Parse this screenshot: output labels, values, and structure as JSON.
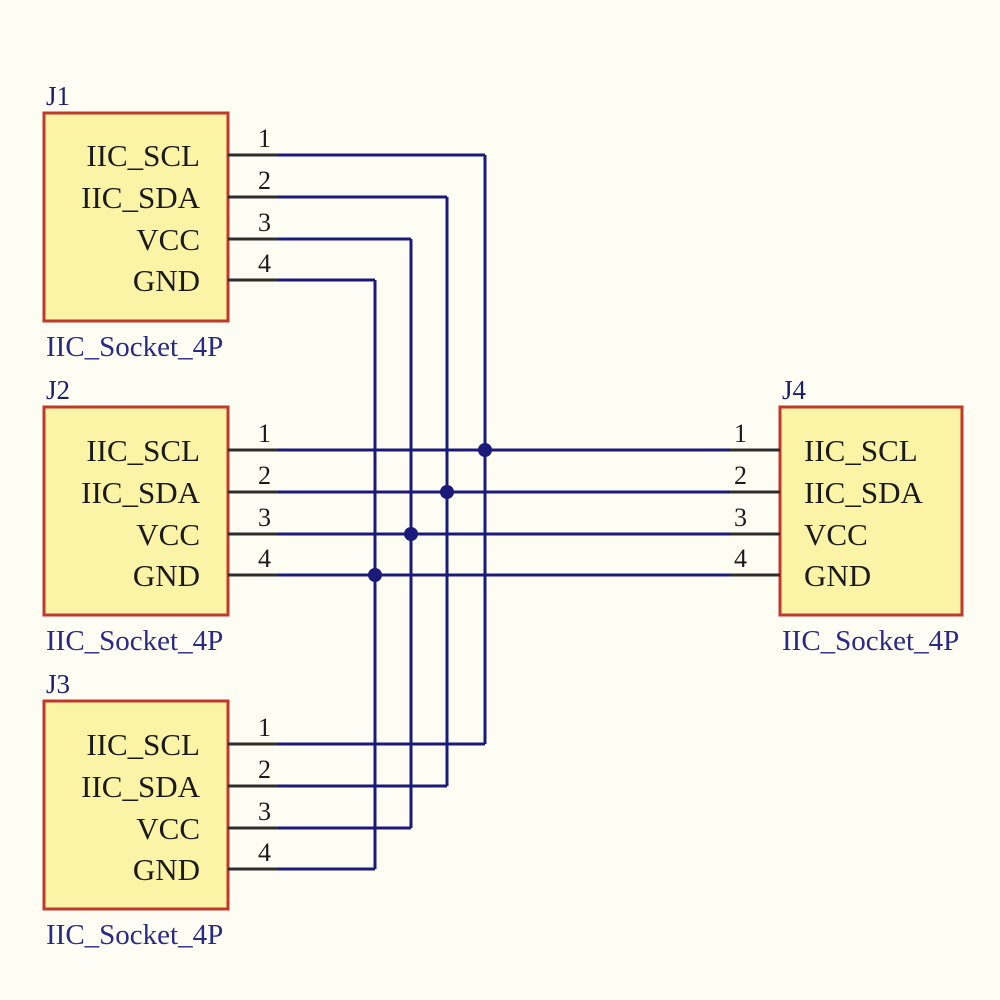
{
  "pins": [
    {
      "number": "1",
      "name": "IIC_SCL"
    },
    {
      "number": "2",
      "name": "IIC_SDA"
    },
    {
      "number": "3",
      "name": "VCC"
    },
    {
      "number": "4",
      "name": "GND"
    }
  ],
  "components": {
    "J1": {
      "designator": "J1",
      "comment": "IIC_Socket_4P"
    },
    "J2": {
      "designator": "J2",
      "comment": "IIC_Socket_4P"
    },
    "J3": {
      "designator": "J3",
      "comment": "IIC_Socket_4P"
    },
    "J4": {
      "designator": "J4",
      "comment": "IIC_Socket_4P"
    }
  },
  "colors": {
    "background": "#fefdf4",
    "component_fill": "#fbf3a6",
    "component_border": "#c0392b",
    "wire": "#1a1a7a",
    "pin_line": "#2d2d2d"
  }
}
